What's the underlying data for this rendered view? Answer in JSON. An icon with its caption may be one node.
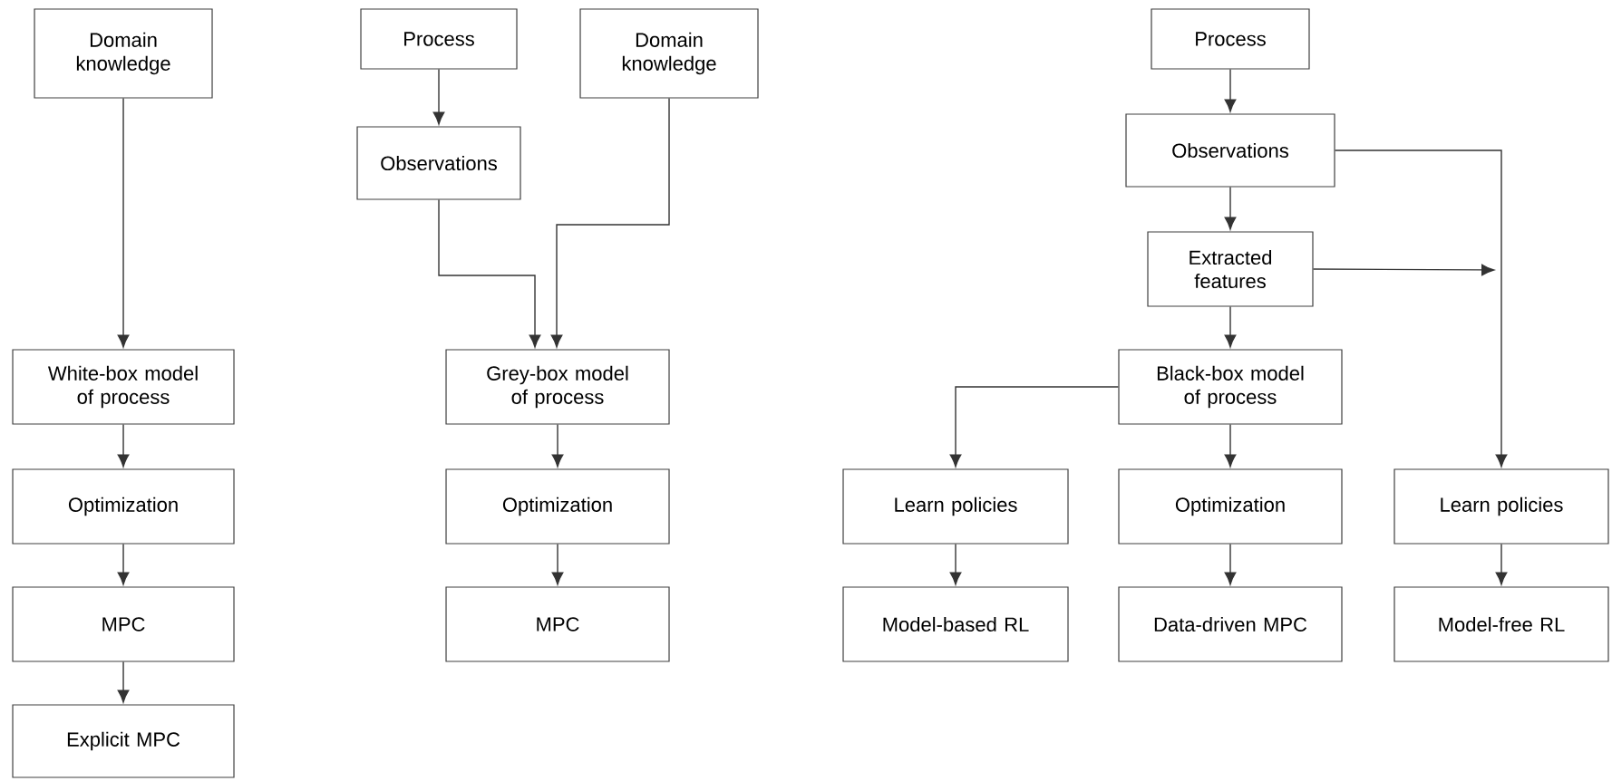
{
  "diagram": {
    "nodes": [
      {
        "text": [
          "Domain knowledge"
        ]
      },
      {
        "text": [
          "White-box model of process"
        ]
      },
      {
        "text": [
          "Optimization"
        ]
      },
      {
        "text": [
          "MPC"
        ]
      },
      {
        "text": [
          "Explicit MPC"
        ]
      },
      {
        "text": [
          "Process"
        ]
      },
      {
        "text": [
          "Domain knowledge"
        ]
      },
      {
        "text": [
          "Observations"
        ]
      },
      {
        "text": [
          "Grey-box model of process"
        ]
      },
      {
        "text": [
          "Optimization"
        ]
      },
      {
        "text": [
          "MPC"
        ]
      },
      {
        "text": [
          "Process"
        ]
      },
      {
        "text": [
          "Observations"
        ]
      },
      {
        "text": [
          "Extracted features"
        ]
      },
      {
        "text": [
          "Black-box model of process"
        ]
      },
      {
        "text": [
          "Learn policies"
        ]
      },
      {
        "text": [
          "Optimization"
        ]
      },
      {
        "text": [
          "Learn policies"
        ]
      },
      {
        "text": [
          "Model-based RL"
        ]
      },
      {
        "text": [
          "Data-driven MPC"
        ]
      },
      {
        "text": [
          "Model-free RL"
        ]
      }
    ],
    "edges": [
      {
        "from": 0,
        "to": 1,
        "arrow": "to"
      },
      {
        "from": 1,
        "to": 2,
        "arrow": "to"
      },
      {
        "from": 2,
        "to": 3,
        "arrow": "to"
      },
      {
        "from": 3,
        "to": 4,
        "arrow": "to"
      },
      {
        "from": 5,
        "to": 7,
        "arrow": "to"
      },
      {
        "from": 7,
        "to": 8,
        "arrow": "to"
      },
      {
        "from": 6,
        "to": 8,
        "arrow": "to"
      },
      {
        "from": 8,
        "to": 9,
        "arrow": "to"
      },
      {
        "from": 9,
        "to": 10,
        "arrow": "to"
      },
      {
        "from": 11,
        "to": 12,
        "arrow": "to"
      },
      {
        "from": 12,
        "to": 13,
        "arrow": "to"
      },
      {
        "from": 12,
        "to": 17,
        "arrow": "to"
      },
      {
        "from": 13,
        "to": null,
        "arrow": "to"
      },
      {
        "from": 13,
        "to": 14,
        "arrow": "to"
      },
      {
        "from": 14,
        "to": 15,
        "arrow": "to"
      },
      {
        "from": 14,
        "to": 16,
        "arrow": "to"
      },
      {
        "from": 15,
        "to": 18,
        "arrow": "to"
      },
      {
        "from": 16,
        "to": 19,
        "arrow": "to"
      },
      {
        "from": 17,
        "to": 20,
        "arrow": "to"
      }
    ]
  }
}
